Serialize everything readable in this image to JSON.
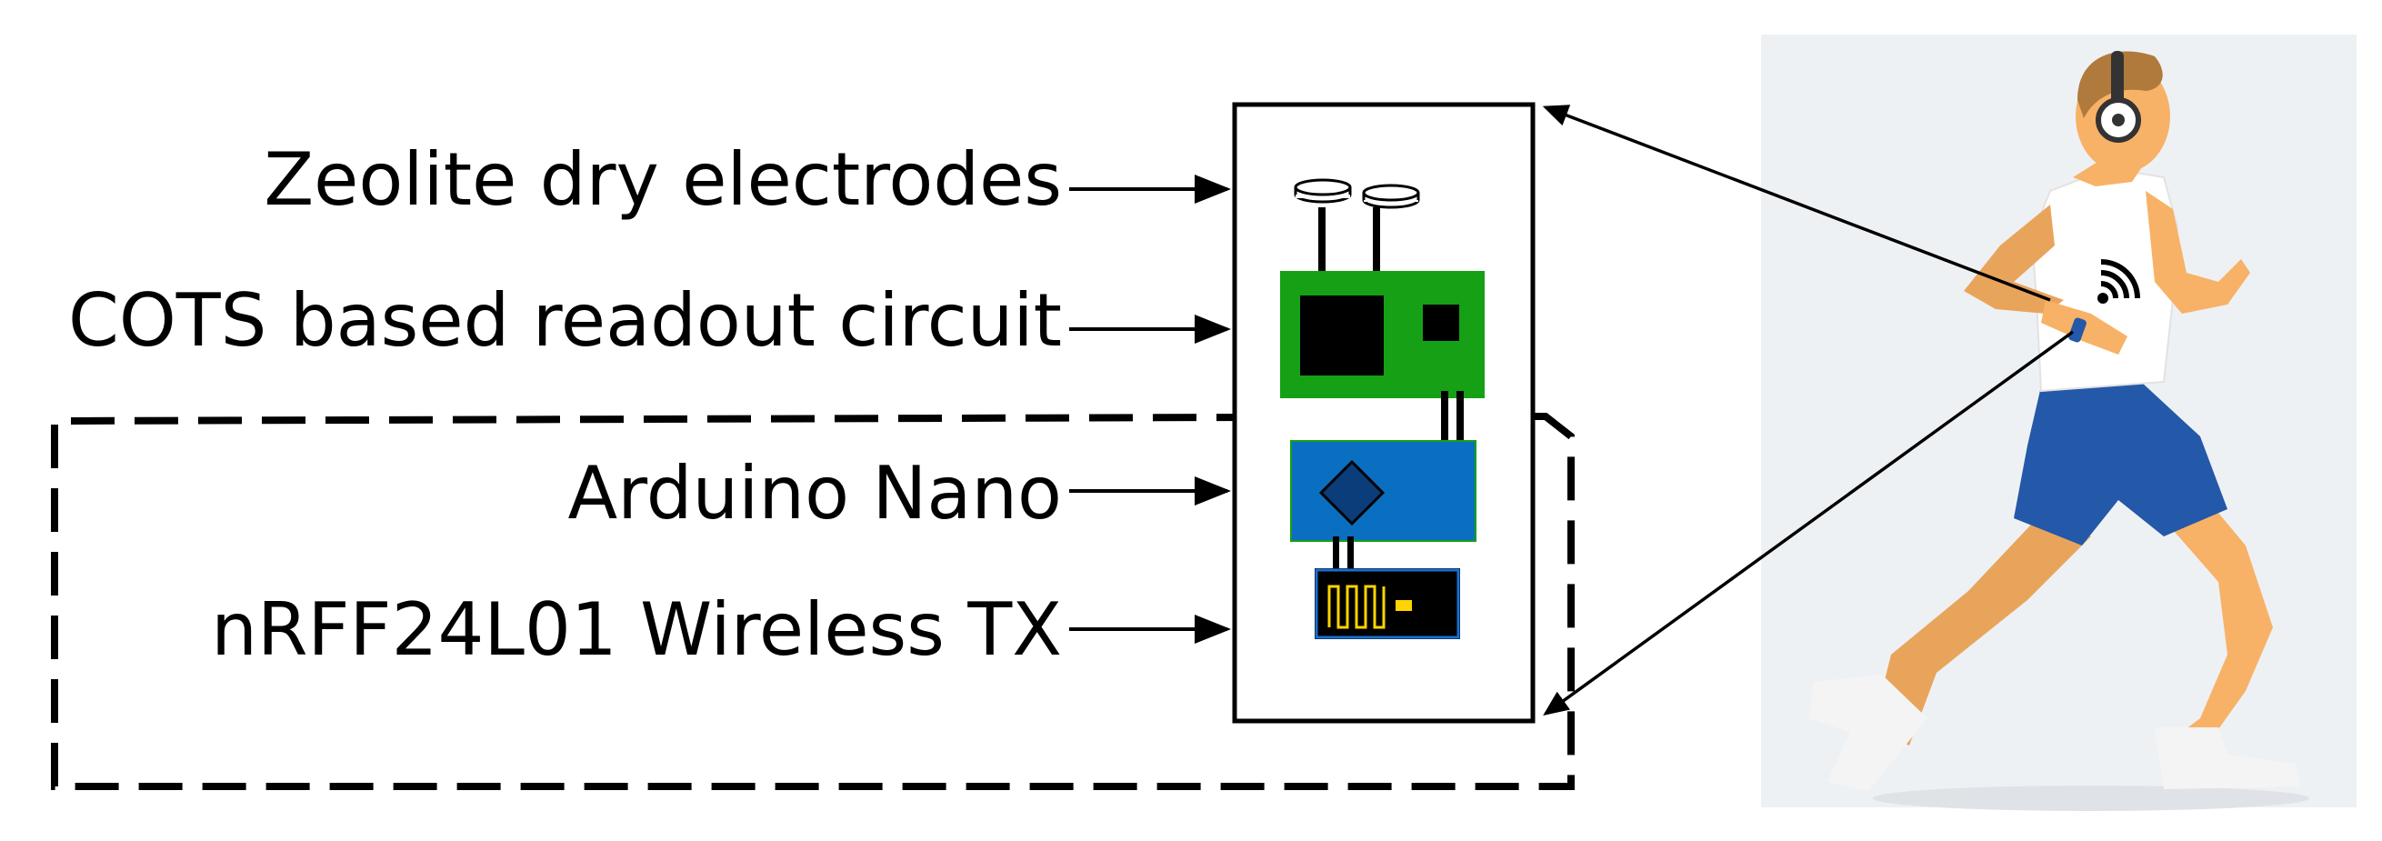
{
  "labels": {
    "electrodes": "Zeolite dry electrodes",
    "readout": "COTS based readout circuit",
    "arduino": "Arduino Nano",
    "wireless": "nRFF24L01 Wireless TX"
  },
  "colors": {
    "pcb_green": "#16a016",
    "arduino_blue": "#0a6fc0",
    "chip_black": "#000000",
    "antenna_yellow": "#ffd400",
    "skin": "#f7b267",
    "shorts": "#2458a8",
    "shirt": "#ffffff",
    "hair": "#b07a3c",
    "panel_bg": "#eef1f4"
  }
}
